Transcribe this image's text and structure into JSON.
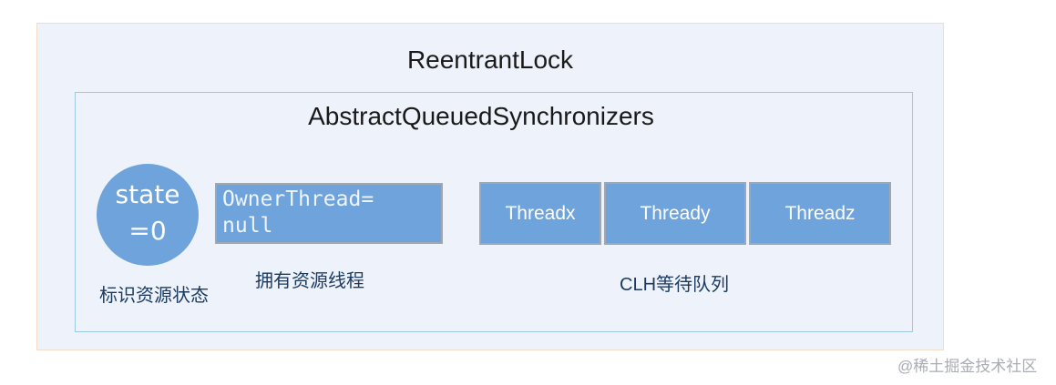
{
  "diagram": {
    "outer": {
      "title": "ReentrantLock"
    },
    "inner": {
      "title": "AbstractQueuedSynchronizers"
    },
    "state": {
      "line1": "state",
      "line2": "=0",
      "caption": "标识资源状态"
    },
    "owner": {
      "line1": "OwnerThread=",
      "line2": "null",
      "caption": "拥有资源线程"
    },
    "queue": {
      "threads": [
        "Threadx",
        "Thready",
        "Threadz"
      ],
      "caption": "CLH等待队列"
    }
  },
  "watermark": "@稀土掘金技术社区",
  "colors": {
    "node_fill": "#6ea3db",
    "background": "#eef2fb",
    "inner_border": "#9ec9e2",
    "outer_border": "#f3dcc8",
    "caption_text": "#1a3a5f"
  }
}
